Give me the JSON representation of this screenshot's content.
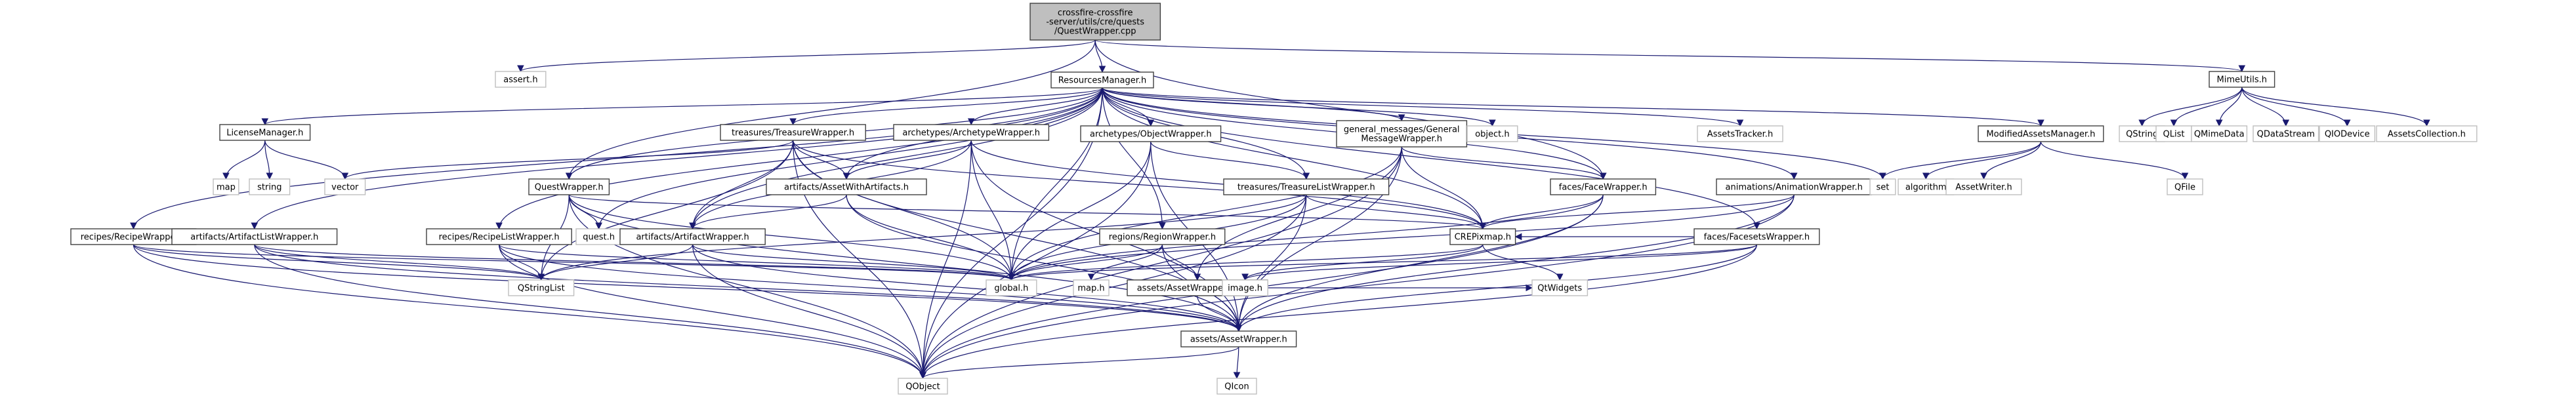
{
  "diagram": {
    "type": "include-dependency-graph",
    "edge_color": "#191970",
    "root": "root",
    "nodes": [
      {
        "id": "root",
        "label": [
          "crossfire-crossfire",
          "-server/utils/cre/quests",
          "/QuestWrapper.cpp"
        ],
        "kind": "root"
      },
      {
        "id": "rm",
        "label": [
          "ResourcesManager.h"
        ],
        "kind": "internal"
      },
      {
        "id": "assert",
        "label": [
          "assert.h"
        ],
        "kind": "external"
      },
      {
        "id": "mime",
        "label": [
          "MimeUtils.h"
        ],
        "kind": "internal"
      },
      {
        "id": "lic",
        "label": [
          "LicenseManager.h"
        ],
        "kind": "internal"
      },
      {
        "id": "tw",
        "label": [
          "treasures/TreasureWrapper.h"
        ],
        "kind": "internal"
      },
      {
        "id": "aw",
        "label": [
          "archetypes/ArchetypeWrapper.h"
        ],
        "kind": "internal"
      },
      {
        "id": "ow",
        "label": [
          "archetypes/ObjectWrapper.h"
        ],
        "kind": "internal"
      },
      {
        "id": "gm",
        "label": [
          "general_messages/General",
          "MessageWrapper.h"
        ],
        "kind": "internal"
      },
      {
        "id": "objh",
        "label": [
          "object.h"
        ],
        "kind": "external"
      },
      {
        "id": "at",
        "label": [
          "AssetsTracker.h"
        ],
        "kind": "external"
      },
      {
        "id": "mam",
        "label": [
          "ModifiedAssetsManager.h"
        ],
        "kind": "internal"
      },
      {
        "id": "qstring",
        "label": [
          "QString"
        ],
        "kind": "external"
      },
      {
        "id": "qlist",
        "label": [
          "QList"
        ],
        "kind": "external"
      },
      {
        "id": "qmime",
        "label": [
          "QMimeData"
        ],
        "kind": "external"
      },
      {
        "id": "qds",
        "label": [
          "QDataStream"
        ],
        "kind": "external"
      },
      {
        "id": "qio",
        "label": [
          "QIODevice"
        ],
        "kind": "external"
      },
      {
        "id": "ac",
        "label": [
          "AssetsCollection.h"
        ],
        "kind": "external"
      },
      {
        "id": "map",
        "label": [
          "map"
        ],
        "kind": "external"
      },
      {
        "id": "string",
        "label": [
          "string"
        ],
        "kind": "external"
      },
      {
        "id": "vector",
        "label": [
          "vector"
        ],
        "kind": "external"
      },
      {
        "id": "qw",
        "label": [
          "QuestWrapper.h"
        ],
        "kind": "internal"
      },
      {
        "id": "awa",
        "label": [
          "artifacts/AssetWithArtifacts.h"
        ],
        "kind": "internal"
      },
      {
        "id": "tlw",
        "label": [
          "treasures/TreasureListWrapper.h"
        ],
        "kind": "internal"
      },
      {
        "id": "fw",
        "label": [
          "faces/FaceWrapper.h"
        ],
        "kind": "internal"
      },
      {
        "id": "anw",
        "label": [
          "animations/AnimationWrapper.h"
        ],
        "kind": "internal"
      },
      {
        "id": "set",
        "label": [
          "set"
        ],
        "kind": "external"
      },
      {
        "id": "algo",
        "label": [
          "algorithm"
        ],
        "kind": "external"
      },
      {
        "id": "awr",
        "label": [
          "AssetWriter.h"
        ],
        "kind": "external"
      },
      {
        "id": "qfile",
        "label": [
          "QFile"
        ],
        "kind": "external"
      },
      {
        "id": "rw",
        "label": [
          "recipes/RecipeWrapper.h"
        ],
        "kind": "internal"
      },
      {
        "id": "alw",
        "label": [
          "artifacts/ArtifactListWrapper.h"
        ],
        "kind": "internal"
      },
      {
        "id": "rlw",
        "label": [
          "recipes/RecipeListWrapper.h"
        ],
        "kind": "internal"
      },
      {
        "id": "questh",
        "label": [
          "quest.h"
        ],
        "kind": "external"
      },
      {
        "id": "arw",
        "label": [
          "artifacts/ArtifactWrapper.h"
        ],
        "kind": "internal"
      },
      {
        "id": "regw",
        "label": [
          "regions/RegionWrapper.h"
        ],
        "kind": "internal"
      },
      {
        "id": "crep",
        "label": [
          "CREPixmap.h"
        ],
        "kind": "internal"
      },
      {
        "id": "fsw",
        "label": [
          "faces/FacesetsWrapper.h"
        ],
        "kind": "internal"
      },
      {
        "id": "qsl",
        "label": [
          "QStringList"
        ],
        "kind": "external"
      },
      {
        "id": "global",
        "label": [
          "global.h"
        ],
        "kind": "external"
      },
      {
        "id": "maph",
        "label": [
          "map.h"
        ],
        "kind": "external"
      },
      {
        "id": "awp",
        "label": [
          "assets/AssetWrapperPanel.h"
        ],
        "kind": "internal"
      },
      {
        "id": "image",
        "label": [
          "image.h"
        ],
        "kind": "external"
      },
      {
        "id": "qtw",
        "label": [
          "QtWidgets"
        ],
        "kind": "external"
      },
      {
        "id": "asw",
        "label": [
          "assets/AssetWrapper.h"
        ],
        "kind": "internal"
      },
      {
        "id": "qobject",
        "label": [
          "QObject"
        ],
        "kind": "external"
      },
      {
        "id": "qicon",
        "label": [
          "QIcon"
        ],
        "kind": "external"
      }
    ],
    "edges": [
      [
        "root",
        "rm"
      ],
      [
        "root",
        "assert"
      ],
      [
        "root",
        "mime"
      ],
      [
        "root",
        "qw"
      ],
      [
        "root",
        "fw"
      ],
      [
        "rm",
        "lic"
      ],
      [
        "rm",
        "tw"
      ],
      [
        "rm",
        "aw"
      ],
      [
        "rm",
        "ow"
      ],
      [
        "rm",
        "gm"
      ],
      [
        "rm",
        "objh"
      ],
      [
        "rm",
        "at"
      ],
      [
        "rm",
        "mam"
      ],
      [
        "rm",
        "qw"
      ],
      [
        "rm",
        "awa"
      ],
      [
        "rm",
        "tlw"
      ],
      [
        "rm",
        "fw"
      ],
      [
        "rm",
        "anw"
      ],
      [
        "rm",
        "rw"
      ],
      [
        "rm",
        "alw"
      ],
      [
        "rm",
        "rlw"
      ],
      [
        "rm",
        "questh"
      ],
      [
        "rm",
        "arw"
      ],
      [
        "rm",
        "regw"
      ],
      [
        "rm",
        "crep"
      ],
      [
        "rm",
        "fsw"
      ],
      [
        "rm",
        "global"
      ],
      [
        "rm",
        "qobject"
      ],
      [
        "rm",
        "set"
      ],
      [
        "mime",
        "qstring"
      ],
      [
        "mime",
        "qlist"
      ],
      [
        "mime",
        "qmime"
      ],
      [
        "mime",
        "qds"
      ],
      [
        "mime",
        "qio"
      ],
      [
        "mime",
        "ac"
      ],
      [
        "lic",
        "map"
      ],
      [
        "lic",
        "string"
      ],
      [
        "lic",
        "vector"
      ],
      [
        "tw",
        "vector"
      ],
      [
        "tw",
        "awa"
      ],
      [
        "tw",
        "arw"
      ],
      [
        "tw",
        "global"
      ],
      [
        "tw",
        "crep"
      ],
      [
        "tw",
        "qsl"
      ],
      [
        "tw",
        "qobject"
      ],
      [
        "tw",
        "asw"
      ],
      [
        "aw",
        "awa"
      ],
      [
        "aw",
        "arw"
      ],
      [
        "aw",
        "global"
      ],
      [
        "aw",
        "crep"
      ],
      [
        "aw",
        "qobject"
      ],
      [
        "aw",
        "asw"
      ],
      [
        "ow",
        "global"
      ],
      [
        "ow",
        "qobject"
      ],
      [
        "ow",
        "asw"
      ],
      [
        "ow",
        "tlw"
      ],
      [
        "gm",
        "fw"
      ],
      [
        "gm",
        "crep"
      ],
      [
        "gm",
        "global"
      ],
      [
        "gm",
        "asw"
      ],
      [
        "gm",
        "awp"
      ],
      [
        "gm",
        "qobject"
      ],
      [
        "mam",
        "set"
      ],
      [
        "mam",
        "algo"
      ],
      [
        "mam",
        "awr"
      ],
      [
        "mam",
        "qfile"
      ],
      [
        "qw",
        "questh"
      ],
      [
        "qw",
        "qsl"
      ],
      [
        "qw",
        "global"
      ],
      [
        "qw",
        "asw"
      ],
      [
        "qw",
        "crep"
      ],
      [
        "qw",
        "qobject"
      ],
      [
        "awa",
        "arw"
      ],
      [
        "awa",
        "global"
      ],
      [
        "awa",
        "asw"
      ],
      [
        "tlw",
        "crep"
      ],
      [
        "tlw",
        "global"
      ],
      [
        "tlw",
        "asw"
      ],
      [
        "tlw",
        "qsl"
      ],
      [
        "tlw",
        "qobject"
      ],
      [
        "fw",
        "crep"
      ],
      [
        "fw",
        "global"
      ],
      [
        "fw",
        "asw"
      ],
      [
        "fw",
        "qobject"
      ],
      [
        "anw",
        "crep"
      ],
      [
        "anw",
        "global"
      ],
      [
        "anw",
        "asw"
      ],
      [
        "anw",
        "qobject"
      ],
      [
        "rw",
        "qsl"
      ],
      [
        "rw",
        "global"
      ],
      [
        "rw",
        "asw"
      ],
      [
        "rw",
        "qobject"
      ],
      [
        "alw",
        "qsl"
      ],
      [
        "alw",
        "global"
      ],
      [
        "alw",
        "asw"
      ],
      [
        "alw",
        "qobject"
      ],
      [
        "rlw",
        "qsl"
      ],
      [
        "rlw",
        "global"
      ],
      [
        "rlw",
        "asw"
      ],
      [
        "rlw",
        "qobject"
      ],
      [
        "arw",
        "qsl"
      ],
      [
        "arw",
        "global"
      ],
      [
        "arw",
        "asw"
      ],
      [
        "arw",
        "qobject"
      ],
      [
        "regw",
        "global"
      ],
      [
        "regw",
        "maph"
      ],
      [
        "regw",
        "awp"
      ],
      [
        "regw",
        "asw"
      ],
      [
        "crep",
        "global"
      ],
      [
        "crep",
        "image"
      ],
      [
        "crep",
        "qtw"
      ],
      [
        "fsw",
        "global"
      ],
      [
        "fsw",
        "image"
      ],
      [
        "fsw",
        "asw"
      ],
      [
        "fsw",
        "crep"
      ],
      [
        "fsw",
        "qobject"
      ],
      [
        "awp",
        "asw"
      ],
      [
        "awp",
        "qtw"
      ],
      [
        "asw",
        "qobject"
      ],
      [
        "asw",
        "qicon"
      ]
    ]
  }
}
